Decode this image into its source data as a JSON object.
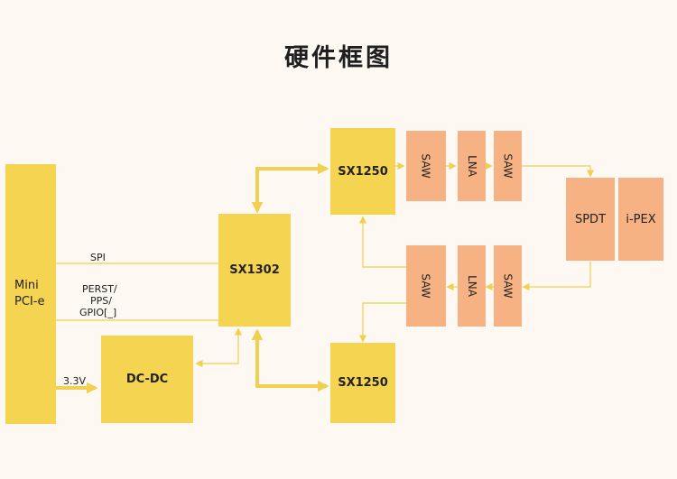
{
  "title": "硬件框图",
  "blocks": {
    "mini_pcie": "Mini\nPCI-e",
    "sx1302": "SX1302",
    "dcdc": "DC-DC",
    "sx1250_top": "SX1250",
    "sx1250_bottom": "SX1250",
    "saw_top_1": "SAW",
    "lna_top": "LNA",
    "saw_top_2": "SAW",
    "saw_bottom_1": "SAW",
    "lna_bottom": "LNA",
    "saw_bottom_2": "SAW",
    "spdt": "SPDT",
    "ipex": "i-PEX"
  },
  "labels": {
    "spi": "SPI",
    "perst": "PERST/",
    "pps": "PPS/",
    "gpio": "GPIO[_]",
    "v33": "3.3V"
  },
  "colors": {
    "block_yellow": "#f5d452",
    "block_orange": "#f6b283",
    "line_yellow": "#f2d04f",
    "background": "#fdf8f2"
  }
}
